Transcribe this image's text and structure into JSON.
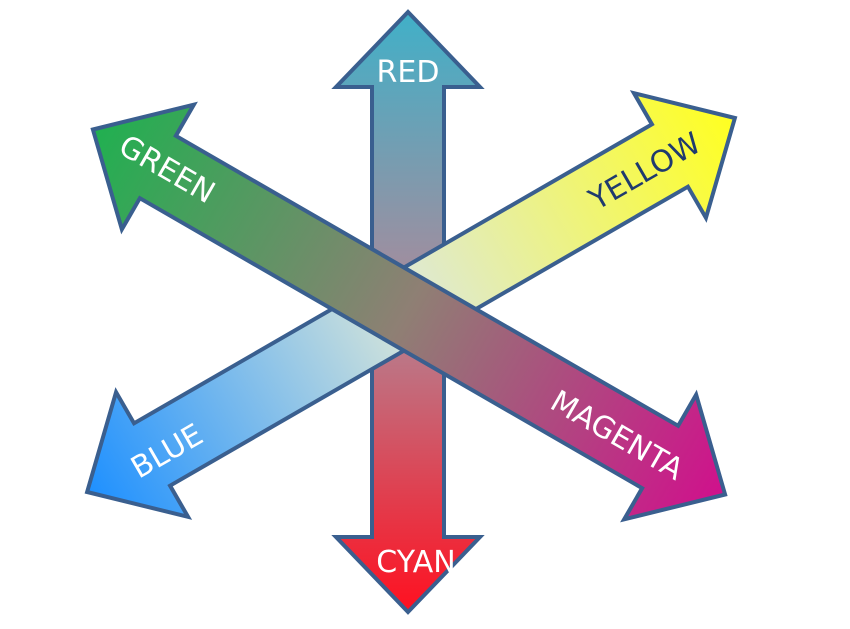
{
  "labels": {
    "red": "RED",
    "cyan": "CYAN",
    "green": "GREEN",
    "magenta": "MAGENTA",
    "blue": "BLUE",
    "yellow": "YELLOW"
  },
  "colors": {
    "red": "#ff1020",
    "cyan": "#40b0c8",
    "green": "#20b050",
    "magenta": "#d0108c",
    "blue": "#1e90ff",
    "yellow": "#ffff20",
    "outline": "#3a5f8f"
  }
}
